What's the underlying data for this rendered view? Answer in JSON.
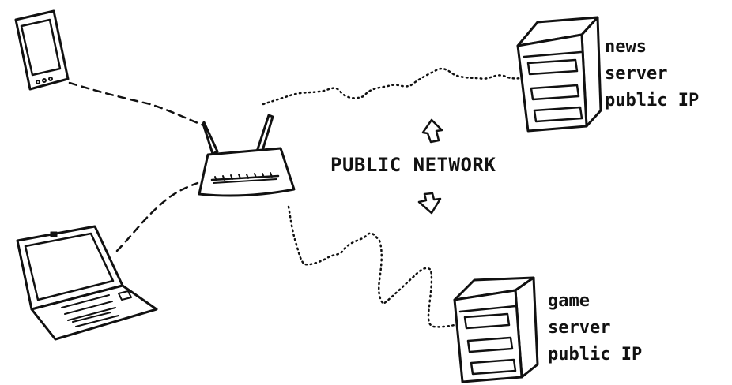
{
  "diagram": {
    "center_label": "PUBLIC NETWORK",
    "news_server": {
      "lines": [
        "news",
        "server",
        "public IP"
      ]
    },
    "game_server": {
      "lines": [
        "game",
        "server",
        "public IP"
      ]
    }
  },
  "colors": {
    "ink": "#111111",
    "background": "#ffffff"
  }
}
